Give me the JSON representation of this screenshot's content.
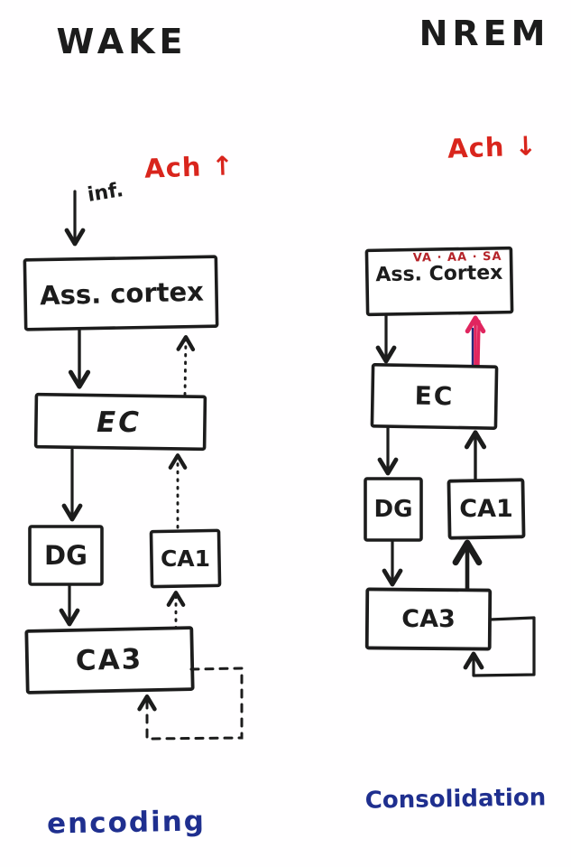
{
  "wake": {
    "title": "WAKE",
    "ach_label": "Ach ↑",
    "input_label": "inf.",
    "boxes": {
      "assoc_cortex": "Ass. cortex",
      "ec": "EC",
      "dg": "DG",
      "ca1": "CA1",
      "ca3": "CA3"
    },
    "caption": "encoding"
  },
  "nrem": {
    "title": "NREM",
    "ach_label": "Ach ↓",
    "neuromodulator_label": "VA · AA · SA",
    "boxes": {
      "assoc_cortex": "Ass. Cortex",
      "ec": "EC",
      "dg": "DG",
      "ca1": "CA1",
      "ca3": "CA3"
    },
    "caption": "Consolidation"
  },
  "colors": {
    "ink": "#1c1c1c",
    "red_annotation": "#d9251d",
    "dark_red_label": "#b5242a",
    "pink_red_arrow": "#e0255f",
    "navy_arrow_core": "#232a7a",
    "blue_caption": "#1f2f8f",
    "paper": "#ffffff"
  }
}
